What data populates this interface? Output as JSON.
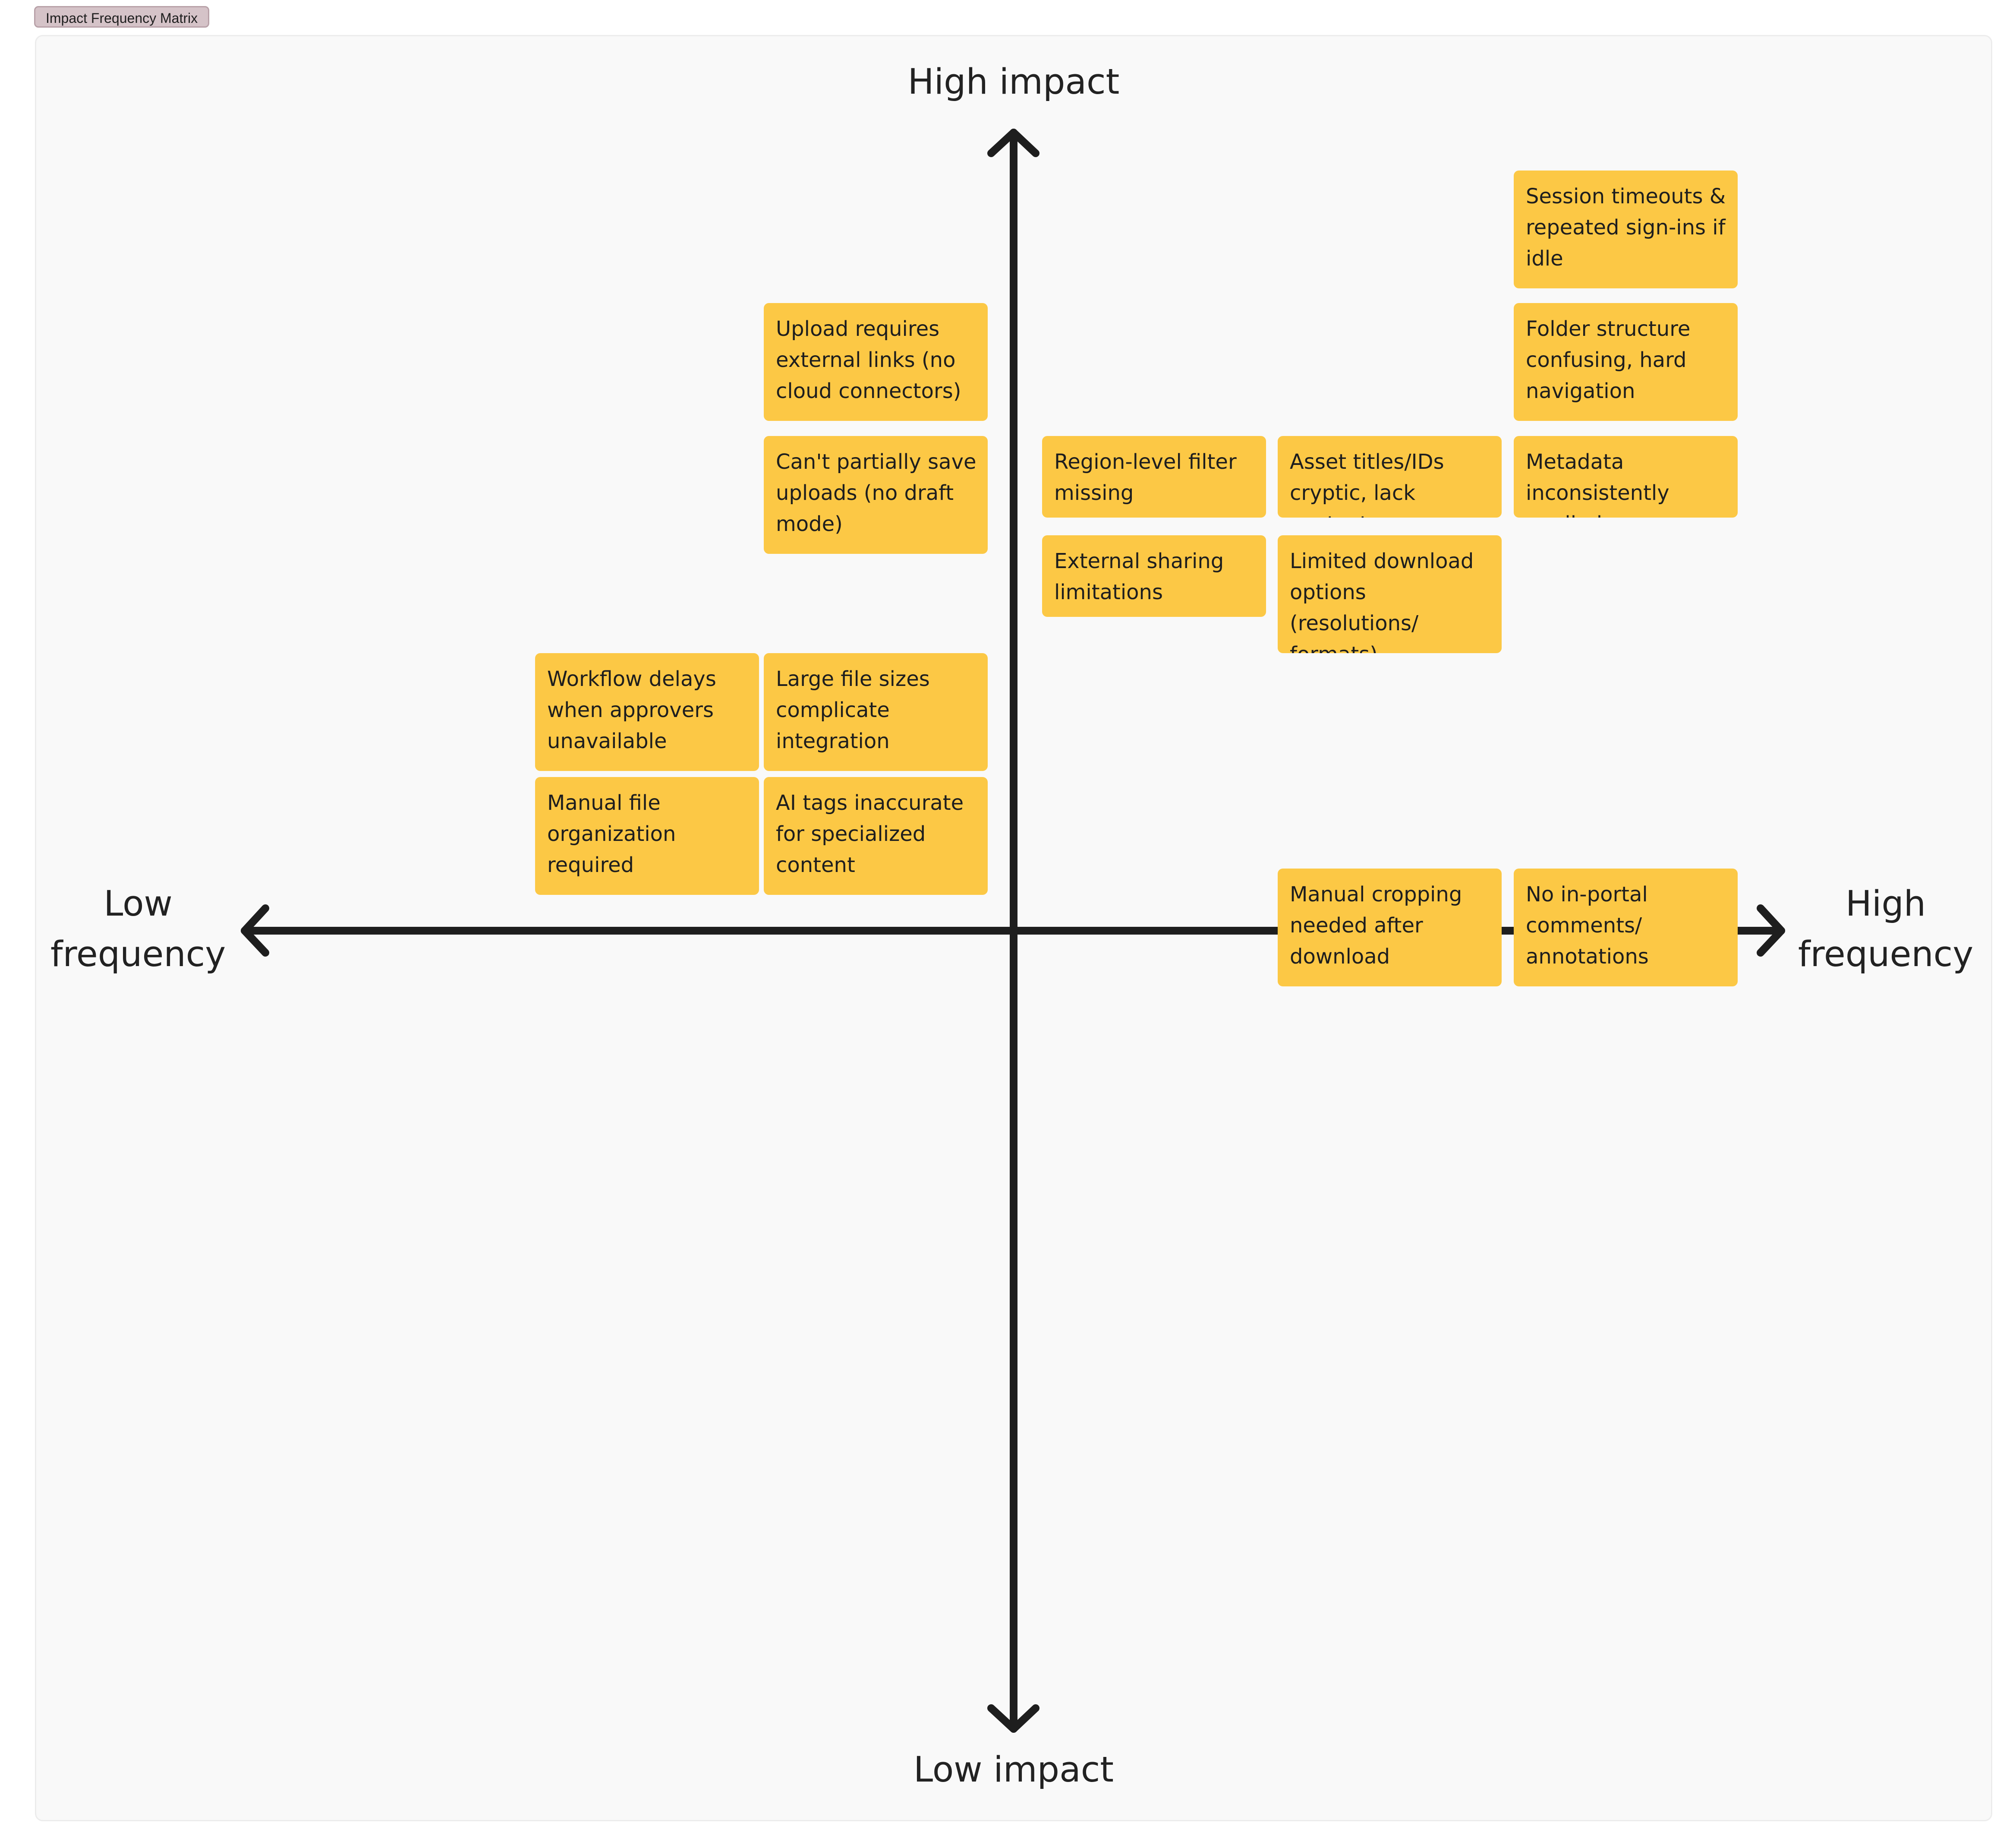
{
  "frame": {
    "title": "Impact Frequency Matrix"
  },
  "axes": {
    "top": "High impact",
    "bottom": "Low impact",
    "left": "Low\nfrequency",
    "right": "High\nfrequency"
  },
  "notes": {
    "session_timeouts": "Session timeouts &\nrepeated sign-ins if\nidle",
    "folder_structure": "Folder structure\nconfusing, hard\nnavigation",
    "metadata": "Metadata\ninconsistently applied",
    "asset_titles": "Asset titles/IDs\ncryptic, lack context",
    "region_filter": "Region-level filter\nmissing",
    "limited_download": "Limited download\noptions (resolutions/\nformats)",
    "external_sharing": "External sharing\nlimitations",
    "upload_external": "Upload requires\nexternal links (no\ncloud connectors)",
    "partial_save": "Can't partially save\nuploads (no draft\nmode)",
    "workflow_delays": "Workflow delays\nwhen approvers\nunavailable",
    "large_files": "Large file sizes\ncomplicate\nintegration",
    "manual_file_org": "Manual file\norganization\nrequired",
    "ai_tags": "AI tags inaccurate\nfor specialized\ncontent",
    "manual_cropping": "Manual cropping\nneeded after\ndownload",
    "no_comments": "No in-portal\ncomments/\nannotations"
  }
}
